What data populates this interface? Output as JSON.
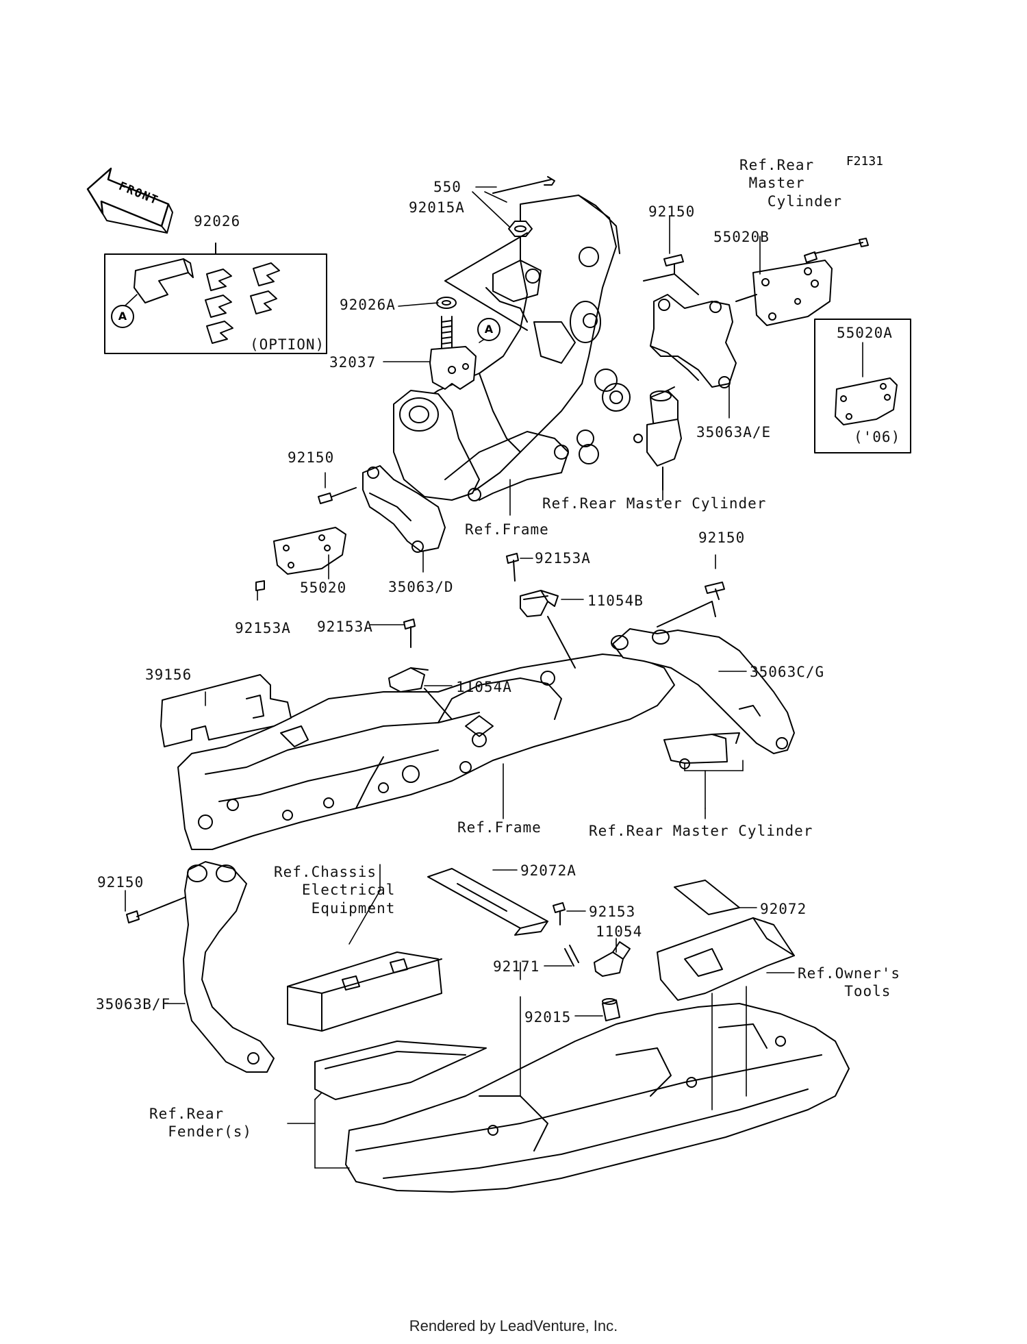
{
  "diagram_code": "F2131",
  "front_arrow": "FRONT",
  "ref_marker": "A",
  "footer": "Rendered by LeadVenture, Inc.",
  "labels": {
    "p92026": "92026",
    "option": "(OPTION)",
    "p550": "550",
    "p92015A": "92015A",
    "p92026A": "92026A",
    "p32037": "32037",
    "p92150_top": "92150",
    "ref_rear_master_top": "Ref.Rear\n Master\n   Cylinder",
    "p55020B": "55020B",
    "p55020A": "55020A",
    "year06": "('06)",
    "p35063AE": "35063A/E",
    "ref_rear_master_mid": "Ref.Rear Master Cylinder",
    "p92150_left": "92150",
    "ref_frame_top": "Ref.Frame",
    "p55020": "55020",
    "p35063D": "35063/D",
    "p92153A_left": "92153A",
    "p92150_right": "92150",
    "p92153A_center": "92153A",
    "p11054B": "11054B",
    "p92153A_mid": "92153A",
    "p11054A": "11054A",
    "p39156": "39156",
    "p35063CG": "35063C/G",
    "ref_frame_bottom": "Ref.Frame",
    "ref_rear_master_bottom": "Ref.Rear Master Cylinder",
    "p92150_bottom": "92150",
    "ref_chassis": "Ref.Chassis\n   Electrical\n    Equipment",
    "p92072A": "92072A",
    "p92153": "92153",
    "p11054": "11054",
    "p92072": "92072",
    "p92171": "92171",
    "ref_owners_tools": "Ref.Owner's\n     Tools",
    "p35063BF": "35063B/F",
    "p92015": "92015",
    "ref_rear_fender": "Ref.Rear\n  Fender(s)"
  }
}
